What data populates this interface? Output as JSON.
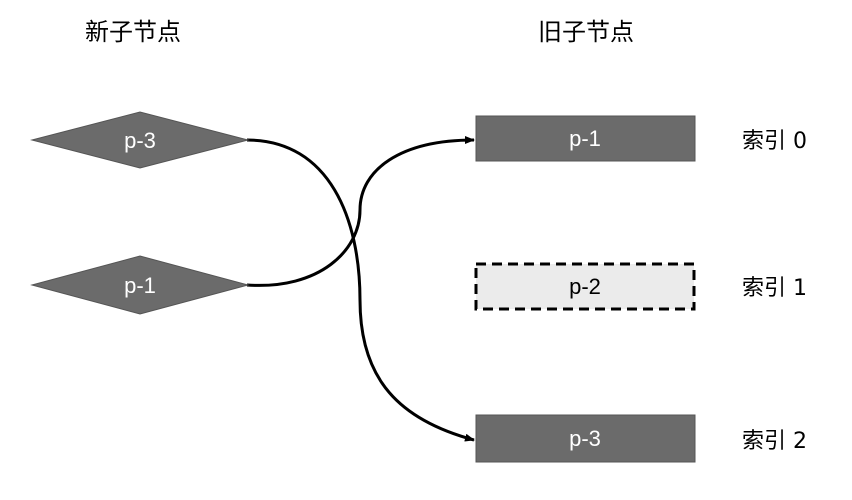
{
  "headings": {
    "new_children": "新子节点",
    "old_children": "旧子节点"
  },
  "new_nodes": [
    {
      "label": "p-3"
    },
    {
      "label": "p-1"
    }
  ],
  "old_nodes": [
    {
      "label": "p-1",
      "index_label": "索引 0",
      "style": "solid"
    },
    {
      "label": "p-2",
      "index_label": "索引 1",
      "style": "dashed"
    },
    {
      "label": "p-3",
      "index_label": "索引 2",
      "style": "solid"
    }
  ],
  "colors": {
    "node_fill": "#6b6b6b",
    "node_stroke": "#555555",
    "dashed_fill": "#ebebeb",
    "edge": "#000000"
  }
}
